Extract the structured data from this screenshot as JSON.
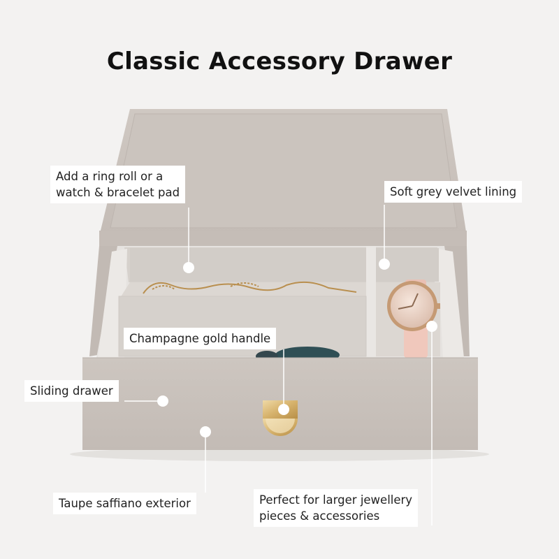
{
  "title": "Classic Accessory Drawer",
  "annotations": {
    "ring_roll": [
      "Add a ring roll or a",
      "watch & bracelet pad"
    ],
    "velvet": "Soft grey velvet lining",
    "handle": "Champagne gold handle",
    "sliding": "Sliding drawer",
    "exterior": "Taupe saffiano exterior",
    "larger": [
      "Perfect for larger jewellery",
      "pieces & accessories"
    ]
  },
  "colors": {
    "background": "#f3f2f1",
    "taupe": "#c9c2bc",
    "velvet": "#ddd8d3",
    "gold": "#d9b774"
  }
}
